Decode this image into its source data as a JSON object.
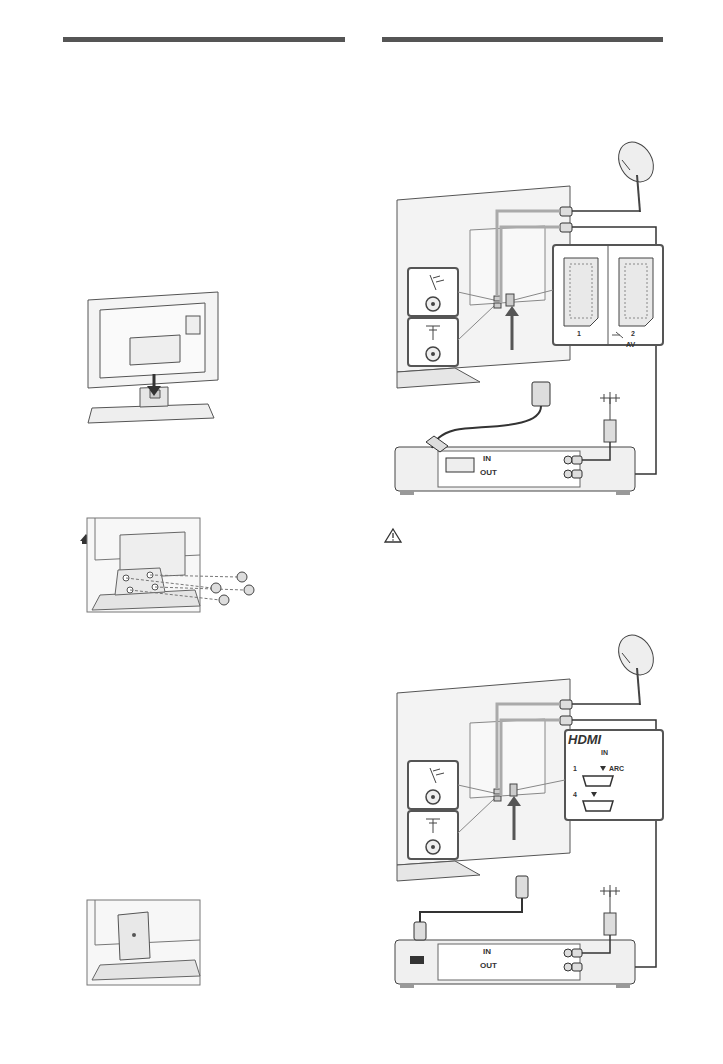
{
  "diagram": {
    "labels": [
      "1",
      "2",
      "AV",
      "IN",
      "OUT",
      "HDMI",
      "IN",
      "1",
      "ARC",
      "4",
      "IN",
      "OUT"
    ]
  }
}
